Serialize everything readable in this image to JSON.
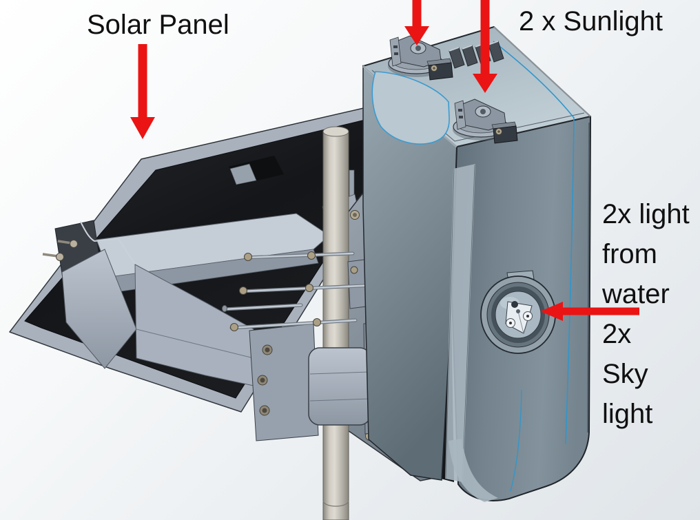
{
  "annotations": {
    "solar_panel_label": "Solar Panel",
    "sunlight_label": "2 x Sunlight",
    "water_light_label_lines": [
      "2x light",
      "from",
      "water"
    ],
    "sky_light_label_lines": [
      "2x",
      "Sky",
      "light"
    ],
    "arrow_color": "#ea1414",
    "text_color": "#101010"
  },
  "scene_colors": {
    "background_top_left": "#ffffff",
    "background_bottom_right": "#e0e5e9",
    "enclosure_front": "#75848e",
    "enclosure_left": "#8d9ba5",
    "enclosure_top": "#aebdc6",
    "tangent_edge_blue": "#2f96cc",
    "solar_panel_face": "#17191c",
    "solar_panel_frame": "#a9b1bd",
    "mounting_plate": "#8b96a1",
    "pole": "#c4c1b8",
    "bolt": "#b3a992"
  }
}
